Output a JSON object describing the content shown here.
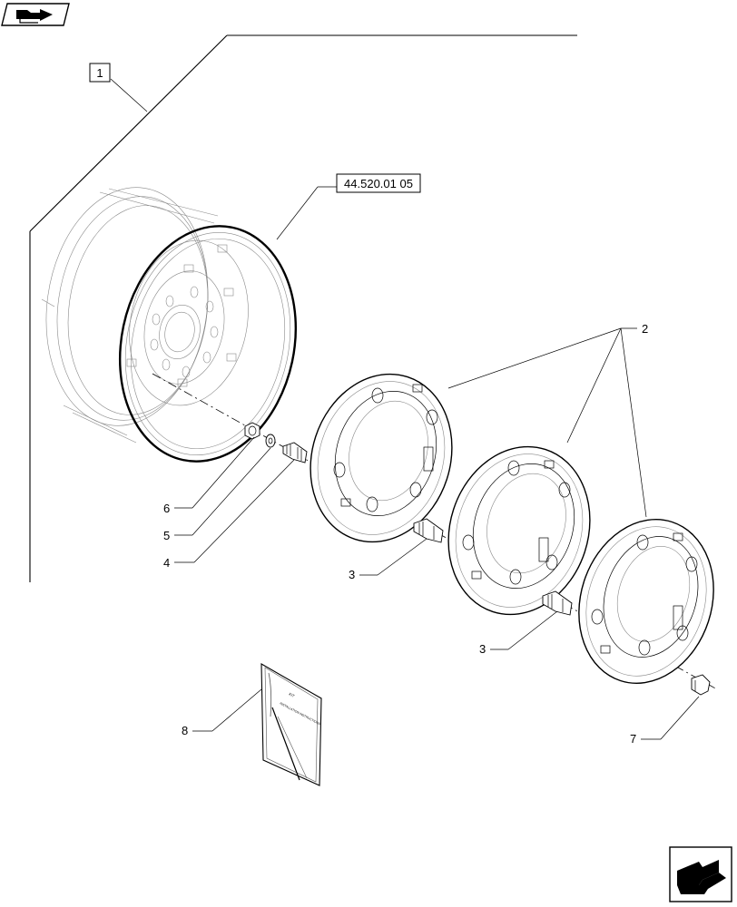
{
  "callouts": {
    "group": "1",
    "reference": "44.520.01 05",
    "spacer_kit": "2",
    "stud_a": "3",
    "stud_b": "3",
    "stud": "4",
    "washer": "5",
    "nut": "6",
    "bolt": "7",
    "manual": "8"
  },
  "manual": {
    "line1": "KIT",
    "line2": "INSTALLATION INSTRUCTIONS"
  },
  "icons": {
    "top_left": "book-arrow-icon",
    "bottom_right": "next-page-arrow-icon"
  }
}
